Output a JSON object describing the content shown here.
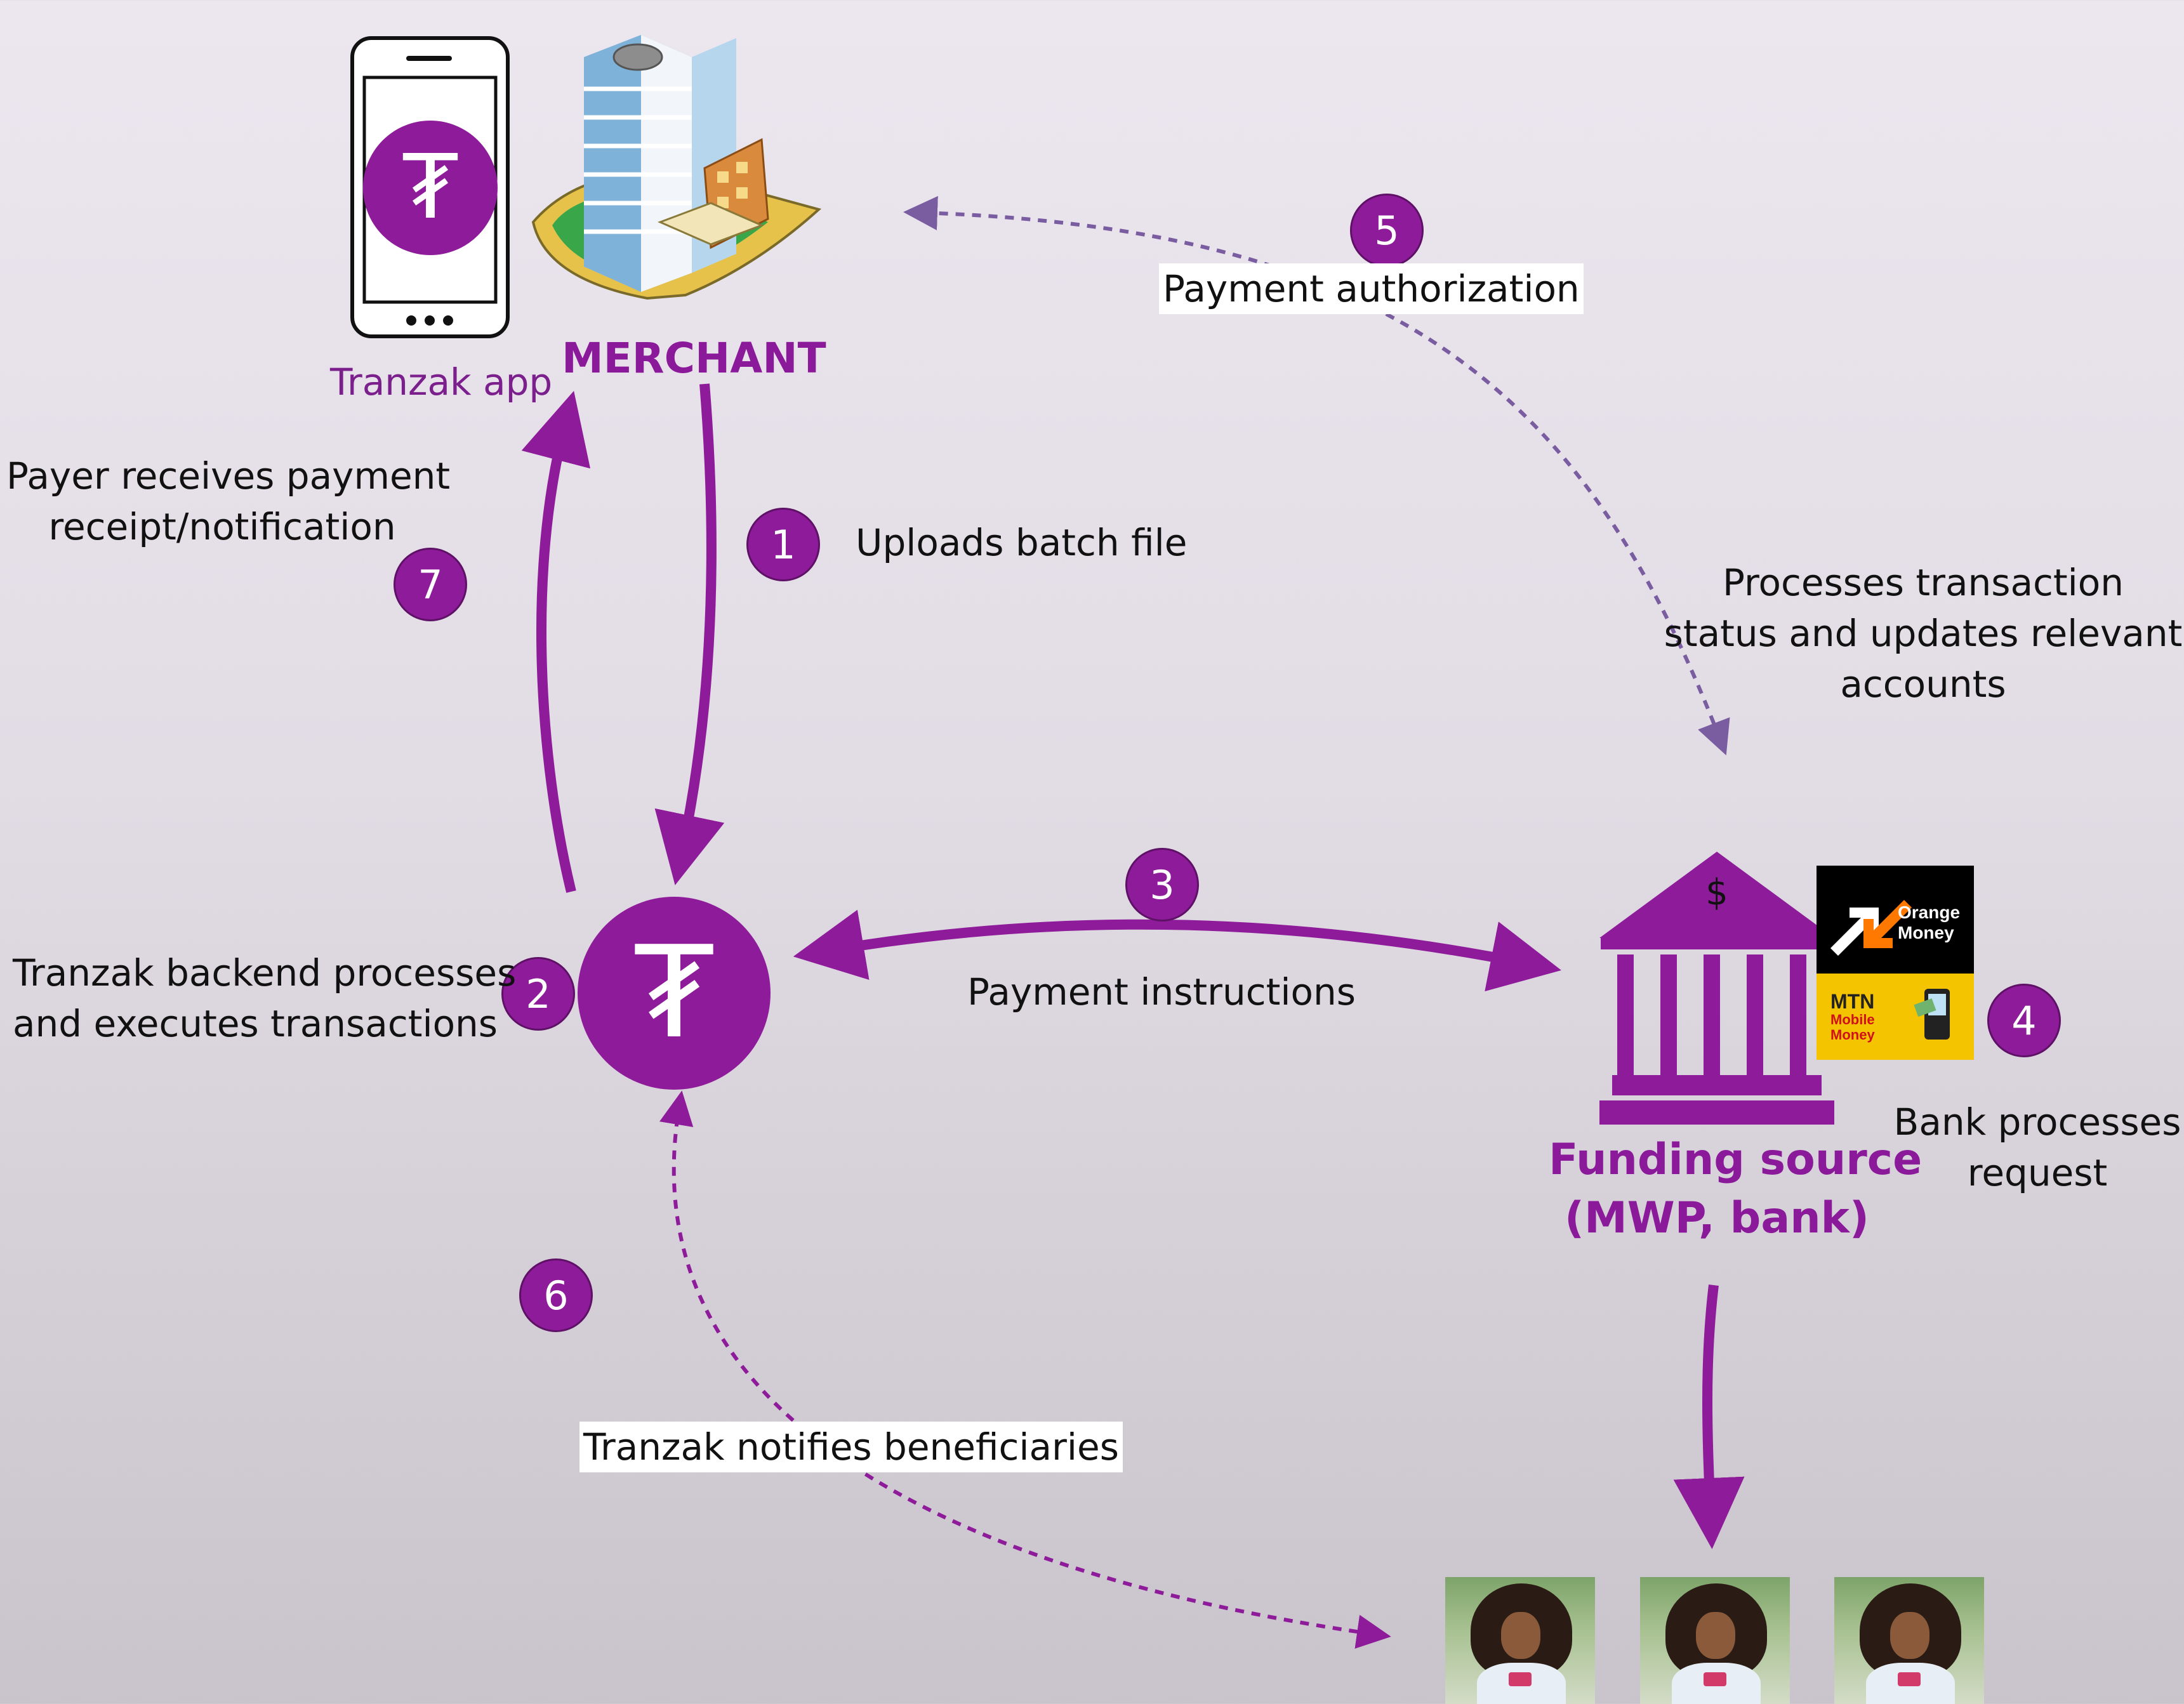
{
  "nodes": {
    "app_label": "Tranzak app",
    "merchant_label": "MERCHANT",
    "funding_label_line1": "Funding source",
    "funding_label_line2": "(MWP, bank)"
  },
  "steps": [
    {
      "num": "1",
      "text": "Uploads batch file"
    },
    {
      "num": "2",
      "text_line1": "Tranzak backend processes",
      "text_line2": "and executes transactions"
    },
    {
      "num": "3",
      "text": "Payment instructions"
    },
    {
      "num": "4",
      "text_line1": "Bank processes",
      "text_line2": "request"
    },
    {
      "num": "5",
      "text": "Payment authorization"
    },
    {
      "num": "6",
      "text": "Tranzak notifies beneficiaries"
    },
    {
      "num": "7",
      "text_line1": "Payer receives payment",
      "text_line2": "receipt/notification"
    }
  ],
  "processing_note": {
    "line1": "Processes transaction",
    "line2": "status and updates relevant",
    "line3": "accounts"
  },
  "brands": {
    "orange_line1": "Orange",
    "orange_line2": "Money",
    "mtn_line1": "MTN",
    "mtn_line2": "Mobile",
    "mtn_line3": "Money"
  },
  "bank_symbol": "$",
  "tranzak_symbol": "₮",
  "colors": {
    "brand_purple": "#8e1c9a",
    "dashed_arrow": "#7a5ca0",
    "text": "#111111"
  }
}
